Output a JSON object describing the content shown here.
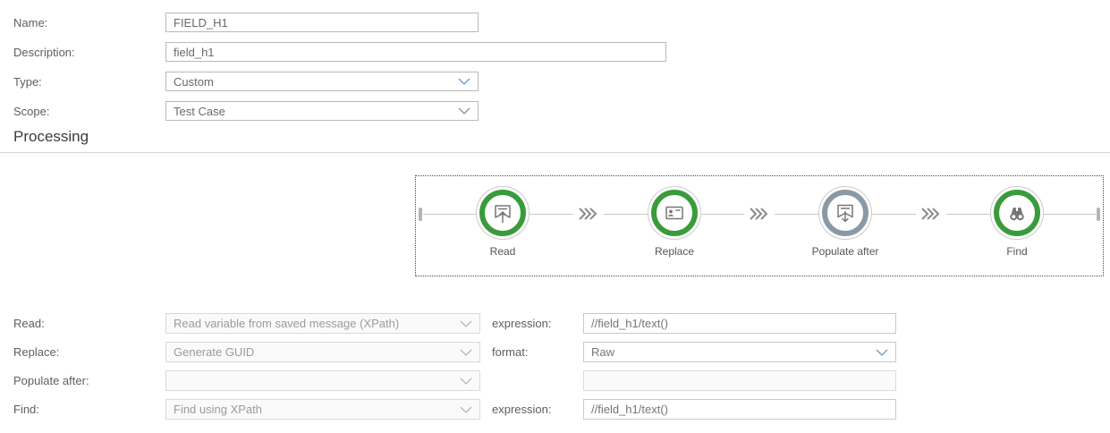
{
  "header_form": {
    "rows": [
      {
        "label": "Name:",
        "value": "FIELD_H1"
      },
      {
        "label": "Description:",
        "value": "field_h1"
      },
      {
        "label": "Type:",
        "value": "Custom"
      },
      {
        "label": "Scope:",
        "value": "Test Case"
      }
    ]
  },
  "section_title": "Processing",
  "process_flow": {
    "nodes": [
      {
        "label": "Read",
        "state": "positive",
        "icon": "read-upload-icon"
      },
      {
        "label": "Replace",
        "state": "positive",
        "icon": "id-card-icon"
      },
      {
        "label": "Populate after",
        "state": "neutral",
        "icon": "populate-download-icon"
      },
      {
        "label": "Find",
        "state": "positive",
        "icon": "binoculars-icon"
      }
    ]
  },
  "detail_form": {
    "rows": [
      {
        "label": "Read:",
        "selection": "Read variable from saved message (XPath)",
        "extra_label": "expression:",
        "extra_value": "//field_h1/text()"
      },
      {
        "label": "Replace:",
        "selection": "Generate GUID",
        "extra_label": "format:",
        "extra_value": "Raw"
      },
      {
        "label": "Populate after:",
        "selection": "",
        "extra_label": "",
        "extra_value": ""
      },
      {
        "label": "Find:",
        "selection": "Find using XPath",
        "extra_label": "expression:",
        "extra_value": "//field_h1/text()"
      }
    ]
  },
  "colors": {
    "positive_ring": "#3a9b3a",
    "neutral_ring": "#8b99a5",
    "chevron_enabled": "#6f98bd",
    "chevron_disabled": "#b6b6b6",
    "icon_gray": "#767676"
  }
}
